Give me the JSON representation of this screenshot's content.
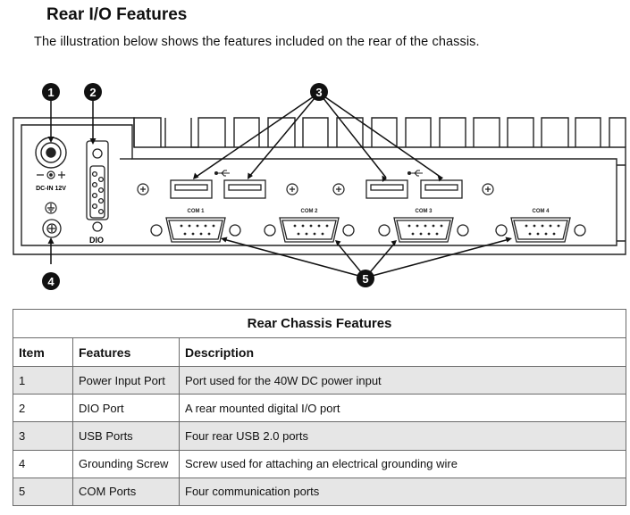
{
  "heading": "Rear I/O Features",
  "intro": "The illustration below shows the features included on the rear of the chassis.",
  "diagram": {
    "callouts": [
      "1",
      "2",
      "3",
      "4",
      "5"
    ],
    "power_label": "DC-IN 12V",
    "dio_label": "DIO",
    "com_labels": [
      "COM 1",
      "COM 2",
      "COM 3",
      "COM 4"
    ]
  },
  "table": {
    "caption": "Rear Chassis Features",
    "headers": [
      "Item",
      "Features",
      "Description"
    ],
    "rows": [
      [
        "1",
        "Power Input Port",
        "Port used for the 40W DC power input"
      ],
      [
        "2",
        "DIO Port",
        "A rear mounted digital I/O port"
      ],
      [
        "3",
        "USB Ports",
        "Four rear USB 2.0 ports"
      ],
      [
        "4",
        "Grounding Screw",
        "Screw used for attaching an electrical grounding wire"
      ],
      [
        "5",
        "COM Ports",
        "Four communication ports"
      ]
    ]
  }
}
